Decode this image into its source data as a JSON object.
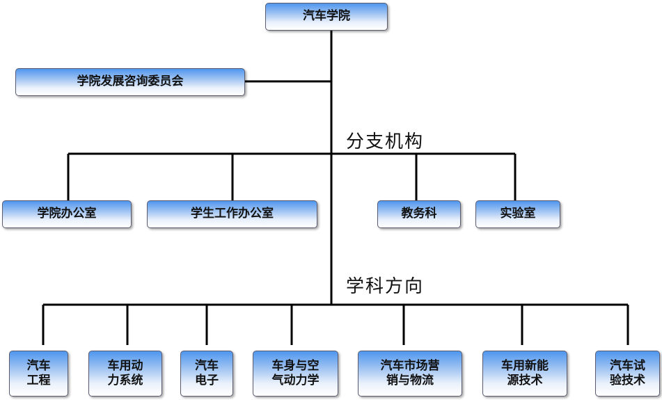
{
  "root": {
    "label": "汽车学院"
  },
  "committee": {
    "label": "学院发展咨询委员会"
  },
  "branch_section": {
    "label": "分支机构",
    "items": [
      "学院办公室",
      "学生工作办公室",
      "教务科",
      "实验室"
    ]
  },
  "discipline_section": {
    "label": "学科方向",
    "items": [
      {
        "line1": "汽车",
        "line2": "工程"
      },
      {
        "line1": "车用动",
        "line2": "力系统"
      },
      {
        "line1": "汽车",
        "line2": "电子"
      },
      {
        "line1": "车身与空",
        "line2": "气动力学"
      },
      {
        "line1": "汽车市场营",
        "line2": "销与物流"
      },
      {
        "line1": "车用新能",
        "line2": "源技术"
      },
      {
        "line1": "汽车试",
        "line2": "验技术"
      }
    ]
  }
}
